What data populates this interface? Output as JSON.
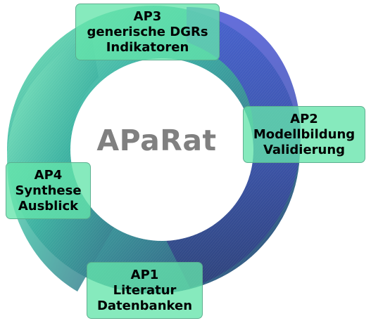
{
  "diagram": {
    "title": "APaRat",
    "colors": {
      "ring_light": "#7fe6b8",
      "ring_teal": "#3db3a6",
      "ring_blue": "#4a55d6",
      "ring_navy": "#2e3f7a",
      "box_fill": "#64e4aa",
      "title_color": "#808080"
    },
    "work_packages": [
      {
        "id": "ap3",
        "lines": [
          "AP3",
          "generische DGRs",
          "Indikatoren"
        ]
      },
      {
        "id": "ap2",
        "lines": [
          "AP2",
          "Modellbildung",
          "Validierung"
        ]
      },
      {
        "id": "ap4",
        "lines": [
          "AP4",
          "Synthese",
          "Ausblick"
        ]
      },
      {
        "id": "ap1",
        "lines": [
          "AP1",
          "Literatur",
          "Datenbanken"
        ]
      }
    ]
  }
}
